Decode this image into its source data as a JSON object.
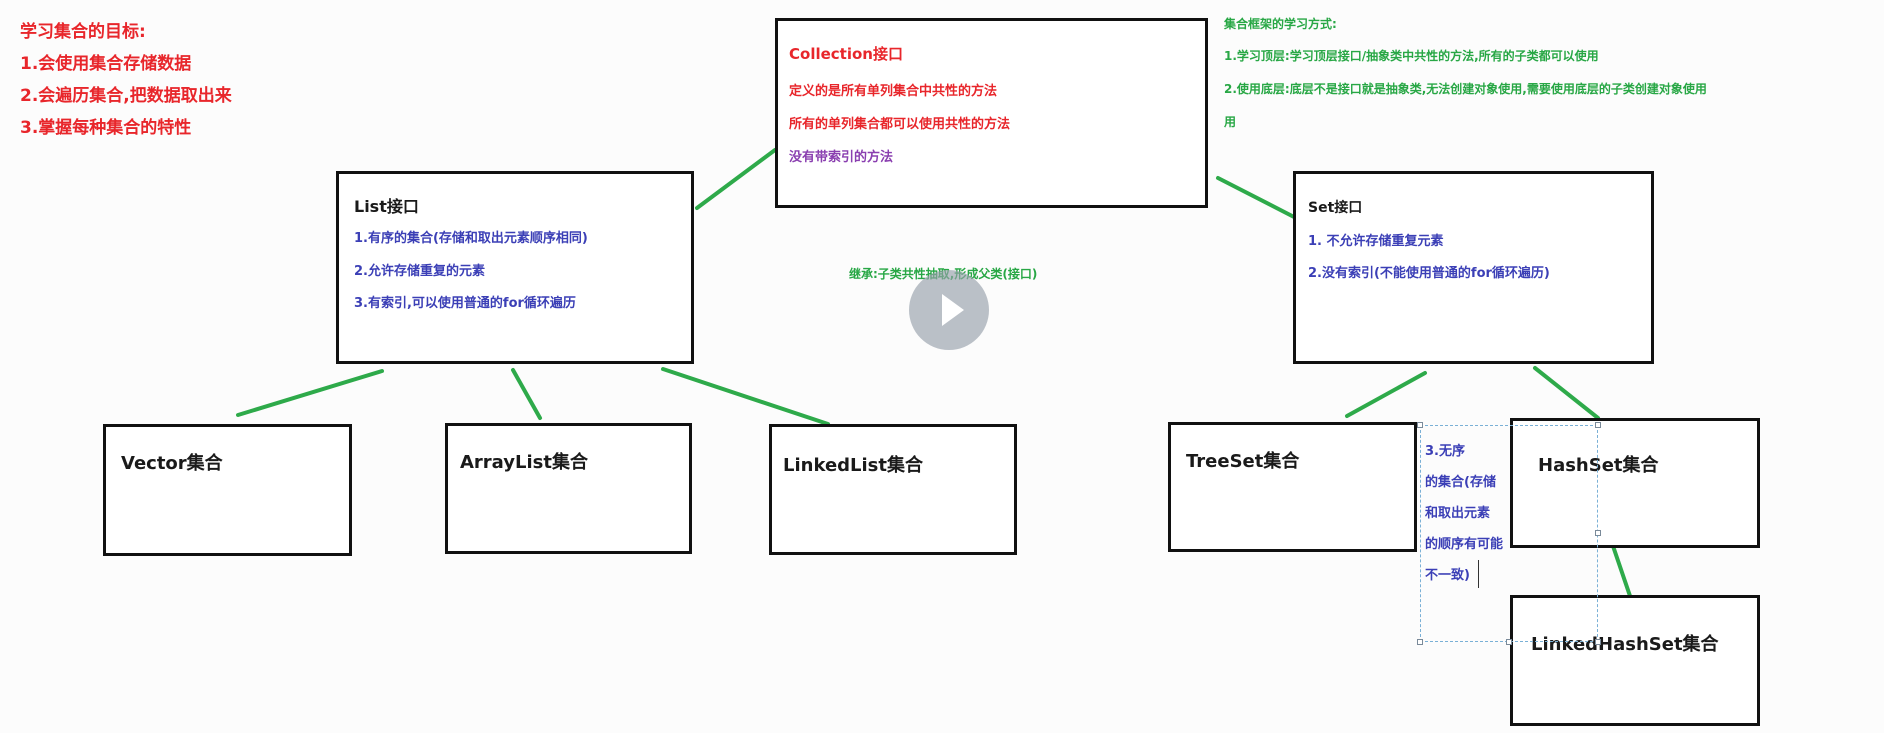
{
  "goals": {
    "title": "学习集合的目标:",
    "items": [
      "1.会使用集合存储数据",
      "2.会遍历集合,把数据取出来",
      "3.掌握每种集合的特性"
    ]
  },
  "collection": {
    "title": "Collection接口",
    "lines": [
      "定义的是所有单列集合中共性的方法",
      "所有的单列集合都可以使用共性的方法"
    ],
    "line3": "没有带索引的方法"
  },
  "study": {
    "title": "集合框架的学习方式:",
    "line1": "1.学习顶层:学习顶层接口/抽象类中共性的方法,所有的子类都可以使用",
    "line2a": "2.使用底层:底层不是接口就是抽象类,无法创建对象使用,需要使用底层的子类创建对象使用",
    "line2b": "用"
  },
  "list": {
    "title": "List接口",
    "items": [
      "1.有序的集合(存储和取出元素顺序相同)",
      "2.允许存储重复的元素",
      "3.有索引,可以使用普通的for循环遍历"
    ]
  },
  "set": {
    "title": "Set接口",
    "items": [
      "1. 不允许存储重复元素",
      "2.没有索引(不能使用普通的for循环遍历)"
    ]
  },
  "inherit_note": "继承:子类共性抽取,形成父类(接口)",
  "classes": {
    "vector": "Vector集合",
    "arraylist": "ArrayList集合",
    "linkedlist": "LinkedList集合",
    "treeset": "TreeSet集合",
    "hashset": "HashSet集合",
    "linkedhashset": "LinkedHashSet集合"
  },
  "unordered_note": [
    "3.无序",
    "的集合(存储",
    "和取出元素",
    "的顺序有可能",
    "不一致)"
  ],
  "colors": {
    "red": "#e8262b",
    "green": "#28a745",
    "blue": "#3b3fb6",
    "purple": "#8a3fb0",
    "line": "#2eaa4a"
  },
  "icons": {
    "play": "play-icon"
  }
}
